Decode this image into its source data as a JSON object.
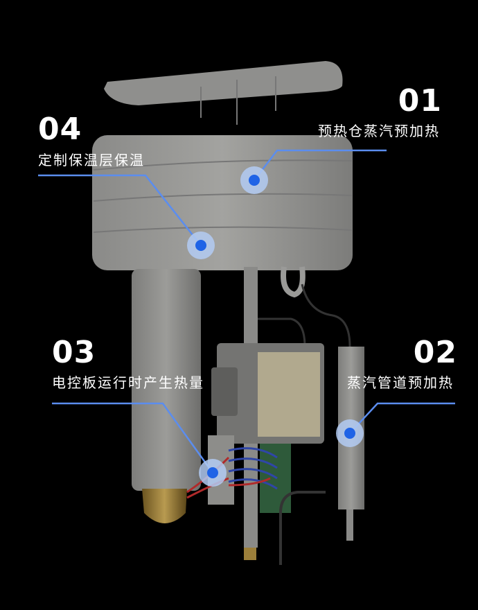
{
  "accent_line": "#5b8def",
  "dot_inner": "#1f63e6",
  "dot_outer": "#b3cbf3",
  "callouts": [
    {
      "number": "01",
      "label": "预热仓蒸汽预加热"
    },
    {
      "number": "02",
      "label": "蒸汽管道预加热"
    },
    {
      "number": "03",
      "label": "电控板运行时产生热量"
    },
    {
      "number": "04",
      "label": "定制保温层保温"
    }
  ]
}
